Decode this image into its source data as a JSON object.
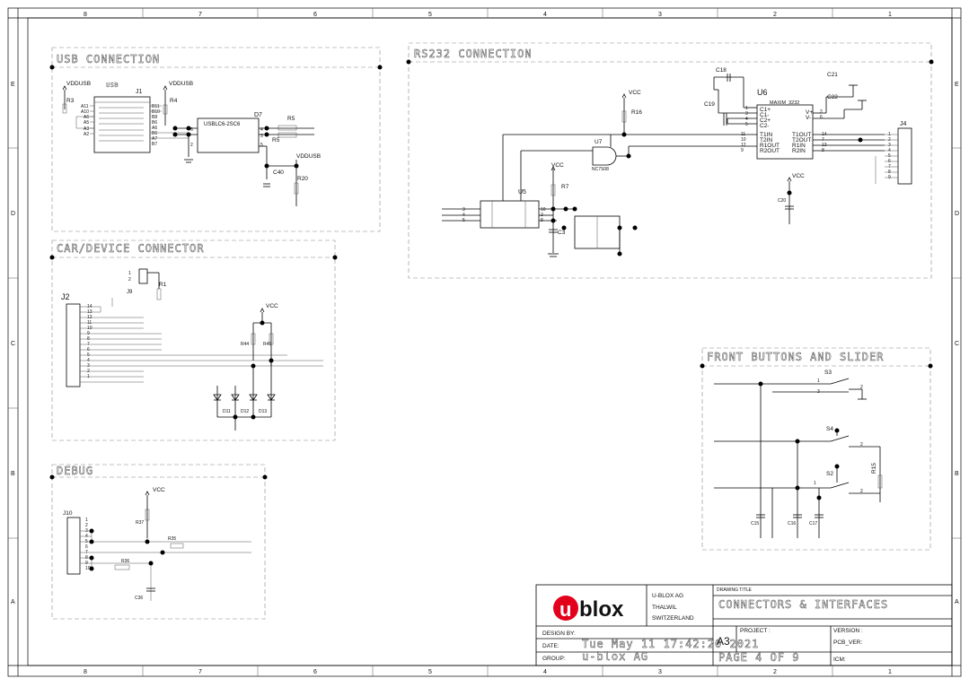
{
  "border": {
    "columns": [
      "8",
      "7",
      "6",
      "5",
      "4",
      "3",
      "2",
      "1"
    ],
    "rows": [
      "E",
      "D",
      "C",
      "B",
      "A"
    ]
  },
  "sections": {
    "usb": "USB CONNECTION",
    "rs232": "RS232 CONNECTION",
    "car": "CAR/DEVICE CONNECTOR",
    "debug": "DEBUG",
    "front": "FRONT BUTTONS AND SLIDER"
  },
  "usb_block": {
    "vddusb_a": "VDDUSB",
    "vddusb_b": "VDDUSB",
    "vddusb_c": "VDDUSB",
    "r3": "R3",
    "r4": "R4",
    "j1": "J1",
    "j1_sub": "USB",
    "d7": "D7",
    "d7_part": "USBLC6-2SC6",
    "r5a": "R5",
    "r5b": "R5",
    "c40": "C40",
    "r20": "R20",
    "pins_left": [
      "A11",
      "A10",
      "A6",
      "A5",
      "A3",
      "A2"
    ],
    "pins_right": [
      "B11",
      "B10",
      "B8",
      "B6",
      "A6",
      "B6",
      "A7",
      "B7"
    ],
    "d7_pins_left": [
      "6",
      "2"
    ],
    "d7_pins_right": [
      "4",
      "3",
      "5"
    ]
  },
  "rs232_block": {
    "vcc_a": "VCC",
    "vcc_b": "VCC",
    "vcc_c": "VCC",
    "r16": "R16",
    "u7": "U7",
    "u7_part": "NC7S08",
    "u5": "U5",
    "r7": "R7",
    "c3": "C3",
    "c18": "C18",
    "c19": "C19",
    "c21": "C21",
    "c22": "C22",
    "c20": "C20",
    "u6": "U6",
    "u6_part": "MAXIM_3232",
    "u6_pins_left": [
      "C1+",
      "C1-",
      "C2+",
      "C2-"
    ],
    "u6_pins_right": [
      "V+",
      "V-"
    ],
    "u6_io_left": [
      "T1IN",
      "T2IN",
      "R1OUT",
      "R2OUT"
    ],
    "u6_io_right": [
      "T1OUT",
      "T2OUT",
      "R1IN",
      "R2IN"
    ],
    "u6_nums_left": [
      "11",
      "10",
      "12",
      "9"
    ],
    "u6_nums_right": [
      "14",
      "7",
      "13",
      "8"
    ],
    "u6_cap_nums_l": [
      "1",
      "3",
      "4",
      "5"
    ],
    "u6_cap_nums_r": [
      "2",
      "6"
    ],
    "j4": "J4",
    "j4_pins": [
      "1",
      "2",
      "3",
      "4",
      "5",
      "6",
      "7",
      "8",
      "9"
    ],
    "u5_pins_l": [
      "3",
      "4",
      "5"
    ],
    "u5_pins_r": [
      "10",
      "2",
      "8"
    ]
  },
  "car_block": {
    "j2": "J2",
    "j9": "J9",
    "r1": "R1",
    "vcc": "VCC",
    "r44": "R44",
    "r45": "R45",
    "pins": [
      "14",
      "13",
      "12",
      "11",
      "10",
      "9",
      "8",
      "7",
      "6",
      "5",
      "4",
      "3",
      "2",
      "1"
    ],
    "j9_pins": [
      "1",
      "2"
    ],
    "diodes": [
      "D11",
      "D12",
      "D13"
    ]
  },
  "debug_block": {
    "vcc": "VCC",
    "j10": "J10",
    "r37": "R37",
    "r35": "R35",
    "r36": "R36",
    "c36": "C36",
    "pins": [
      "1",
      "2",
      "3",
      "4",
      "5",
      "6",
      "7",
      "8",
      "9",
      "10"
    ]
  },
  "front_block": {
    "s3": "S3",
    "s4": "S4",
    "s2": "S2",
    "r15": "R15",
    "s3_pins": [
      "1",
      "3",
      "2"
    ],
    "s4_pins": [
      "2"
    ],
    "s2_pins": [
      "1",
      "2"
    ],
    "c15": "C15",
    "c16": "C16",
    "c17": "C17"
  },
  "title_block": {
    "company": "U-BLOX AG",
    "city": "THALWIL",
    "country": "SWITZERLAND",
    "drawing_title_label": "DRAWING TITLE",
    "drawing_title": "CONNECTORS & INTERFACES",
    "design_by_label": "DESIGN BY:",
    "date_label": "DATE:",
    "date_value": "Tue May 11 17:42:20 2021",
    "group_label": "GROUP:",
    "group_value": "u-blox AG",
    "size": "A3",
    "project_label": "PROJECT :",
    "version_label": "VERSION :",
    "pcb_ver_label": "PCB_VER:",
    "page": "PAGE 4 OF 9",
    "icm_label": "ICM:",
    "logo_text": "blox"
  }
}
